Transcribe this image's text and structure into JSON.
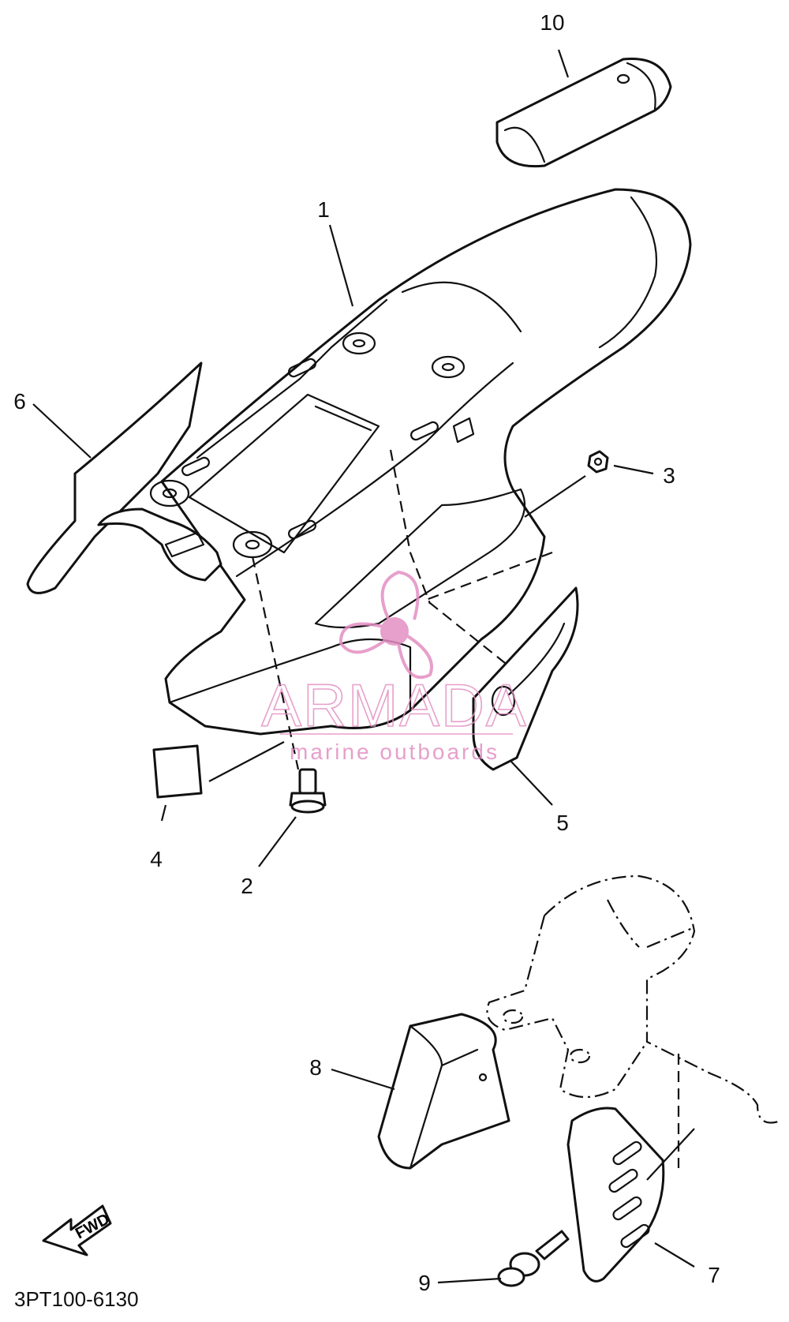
{
  "diagram": {
    "code": "3PT100-6130",
    "fwd_label": "FWD",
    "callouts": [
      {
        "id": "1",
        "label": "1"
      },
      {
        "id": "2",
        "label": "2"
      },
      {
        "id": "3",
        "label": "3"
      },
      {
        "id": "4",
        "label": "4"
      },
      {
        "id": "5",
        "label": "5"
      },
      {
        "id": "6",
        "label": "6"
      },
      {
        "id": "7",
        "label": "7"
      },
      {
        "id": "8",
        "label": "8"
      },
      {
        "id": "9",
        "label": "9"
      },
      {
        "id": "10",
        "label": "10"
      }
    ]
  },
  "watermark": {
    "brand": "ARMADA",
    "tagline": "marine outboards",
    "color": "#e38fc3"
  }
}
